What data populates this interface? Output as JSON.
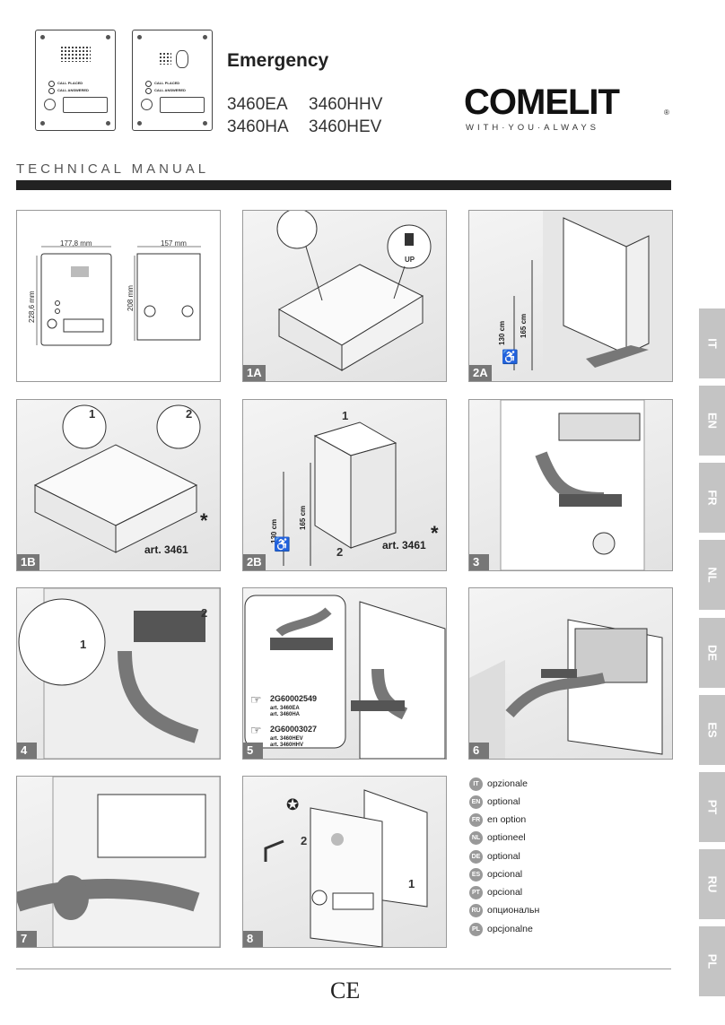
{
  "header": {
    "title": "Emergency",
    "models": [
      "3460EA",
      "3460HHV",
      "3460HA",
      "3460HEV"
    ],
    "brand": "COMELIT",
    "tagline": "WITH·YOU·ALWAYS",
    "manual_label": "TECHNICAL MANUAL"
  },
  "panel_labels": {
    "call_placed": "CALL PLACED",
    "call_answered": "CALL ANSWERED"
  },
  "dimensions": {
    "width_front": "177,8 mm",
    "height_front": "228,6 mm",
    "width_box": "157 mm",
    "height_box": "208 mm"
  },
  "heights": {
    "h1": "130 cm",
    "h2": "165 cm"
  },
  "steps": [
    "1A",
    "2A",
    "1B",
    "2B",
    "3",
    "4",
    "5",
    "6",
    "7",
    "8"
  ],
  "callouts": {
    "n1": "1",
    "n2": "2",
    "up": "UP",
    "art": "art. 3461",
    "star": "*"
  },
  "cables": [
    {
      "code": "2G60002549",
      "models": [
        "art. 3460EA",
        "art. 3460HA"
      ]
    },
    {
      "code": "2G60003027",
      "models": [
        "art. 3460HEV",
        "art. 3460HHV"
      ]
    }
  ],
  "legend": [
    {
      "code": "IT",
      "text": "opzionale"
    },
    {
      "code": "EN",
      "text": "optional"
    },
    {
      "code": "FR",
      "text": "en option"
    },
    {
      "code": "NL",
      "text": "optioneel"
    },
    {
      "code": "DE",
      "text": "optional"
    },
    {
      "code": "ES",
      "text": "opcional"
    },
    {
      "code": "PT",
      "text": "opcional"
    },
    {
      "code": "RU",
      "text": "опциональн"
    },
    {
      "code": "PL",
      "text": "opcjonalne"
    }
  ],
  "language_tabs": [
    "IT",
    "EN",
    "FR",
    "NL",
    "DE",
    "ES",
    "PT",
    "RU",
    "PL"
  ],
  "footer": {
    "mark": "CE"
  }
}
